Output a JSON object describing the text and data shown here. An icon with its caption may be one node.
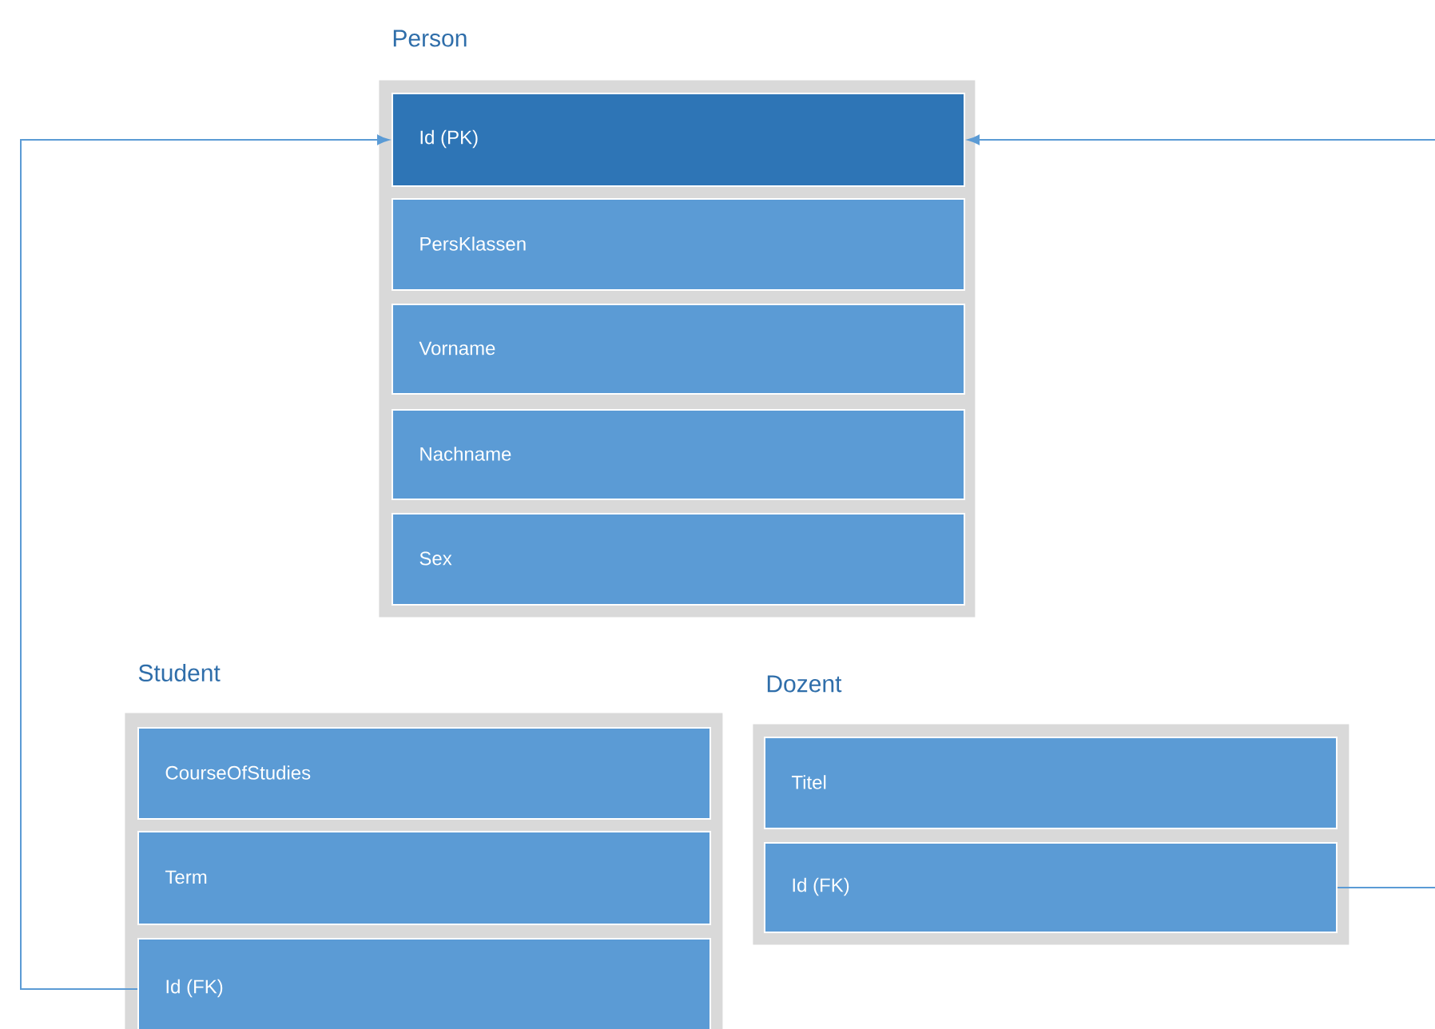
{
  "diagram": {
    "nodes": [
      {
        "text": [
          "Person"
        ]
      },
      {
        "text": [
          "Id (PK)"
        ],
        "in": 0
      },
      {
        "text": [
          "PersKlassen"
        ],
        "in": 0
      },
      {
        "text": [
          "Vorname"
        ],
        "in": 0
      },
      {
        "text": [
          "Nachname"
        ],
        "in": 0
      },
      {
        "text": [
          "Sex"
        ],
        "in": 0
      },
      {
        "text": [
          "Student"
        ]
      },
      {
        "text": [
          "CourseOfStudies"
        ],
        "in": 6
      },
      {
        "text": [
          "Term"
        ],
        "in": 6
      },
      {
        "text": [
          "Id (FK)"
        ],
        "in": 6
      },
      {
        "text": [
          "Dozent"
        ]
      },
      {
        "text": [
          "Titel"
        ],
        "in": 10
      },
      {
        "text": [
          "Id (FK)"
        ],
        "in": 10
      }
    ],
    "edges": [
      {
        "from": 9,
        "to": 1,
        "arrow": "to"
      },
      {
        "from": 12,
        "to": 1,
        "arrow": "to"
      }
    ]
  }
}
